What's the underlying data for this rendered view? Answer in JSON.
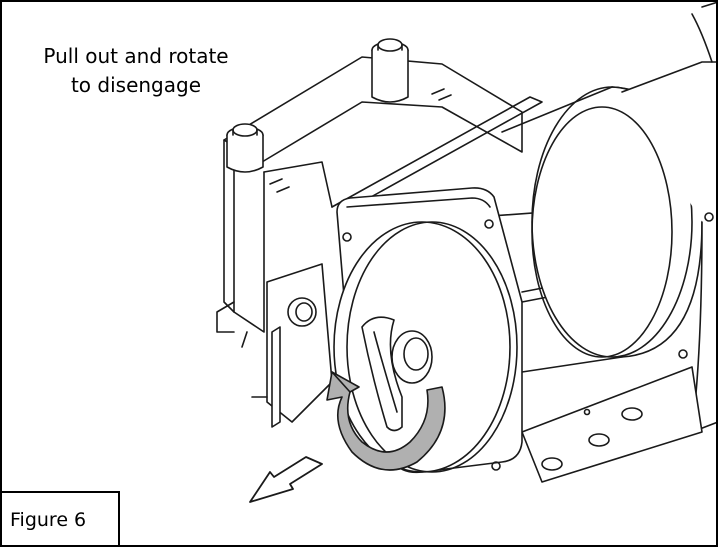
{
  "caption": {
    "line1": "Pull out and rotate",
    "line2": "to disengage"
  },
  "figure_label": "Figure 6",
  "colors": {
    "line": "#1a1a1a",
    "shade": "#b0b0b0",
    "background": "#ffffff"
  },
  "icons": [
    "winch-illustration",
    "rotate-arrow-icon",
    "pull-arrow-icon"
  ]
}
